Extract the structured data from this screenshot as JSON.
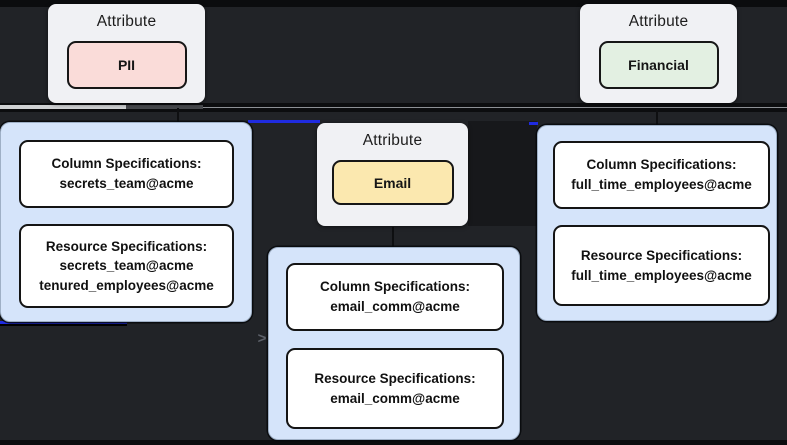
{
  "diagram": {
    "attributes": [
      {
        "title": "Attribute",
        "badge": "PII"
      },
      {
        "title": "Attribute",
        "badge": "Email"
      },
      {
        "title": "Attribute",
        "badge": "Financial"
      }
    ],
    "specs": {
      "left": {
        "column_title": "Column Specifications:",
        "column_line1": "secrets_team@acme",
        "resource_title": "Resource Specifications:",
        "resource_line1": "secrets_team@acme",
        "resource_line2": "tenured_employees@acme"
      },
      "middle": {
        "column_title": "Column Specifications:",
        "column_line1": "email_comm@acme",
        "resource_title": "Resource Specifications:",
        "resource_line1": "email_comm@acme"
      },
      "right": {
        "column_title": "Column Specifications:",
        "column_line1": "full_time_employees@acme",
        "resource_title": "Resource Specifications:",
        "resource_line1": "full_time_employees@acme"
      }
    },
    "connector_chevron": ">"
  },
  "colors": {
    "background": "#212327",
    "strip_black": "#0b0c0e",
    "attr_card_bg": "#f0f1f4",
    "pii_badge_bg": "#fadcd9",
    "email_badge_bg": "#fbe8af",
    "financial_badge_bg": "#e3f0e2",
    "spec_card_bg": "#d5e4fa",
    "spec_box_bg": "#ffffff",
    "box_border": "#141414",
    "edge_blue": "#1f2be0",
    "divider_gray": "#8d9095"
  }
}
